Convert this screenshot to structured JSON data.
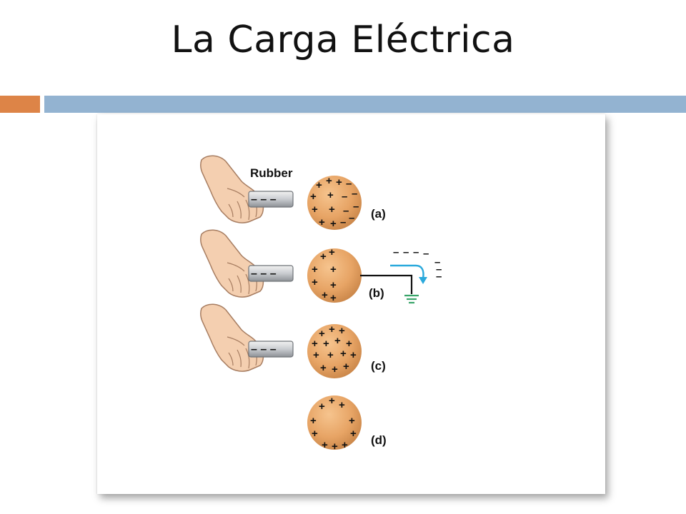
{
  "slide": {
    "title": "La Carga Eléctrica",
    "colors": {
      "accent_bar": "#dd8447",
      "main_bar": "#93b3d1",
      "sphere": "#e7a465",
      "ground_wire": "#3aa56a",
      "electron_flow_arrow": "#2aa9dc"
    }
  },
  "figure": {
    "rod_label": "Rubber",
    "panels": [
      {
        "label": "(a)",
        "rod": true,
        "ground": false
      },
      {
        "label": "(b)",
        "rod": true,
        "ground": true
      },
      {
        "label": "(c)",
        "rod": true,
        "ground": false
      },
      {
        "label": "(d)",
        "rod": false,
        "ground": false
      }
    ],
    "rod_charge": "– – –",
    "icons": [
      "hand-icon",
      "rubber-rod-icon",
      "sphere-icon",
      "ground-icon",
      "electron-flow-arrow-icon"
    ]
  }
}
